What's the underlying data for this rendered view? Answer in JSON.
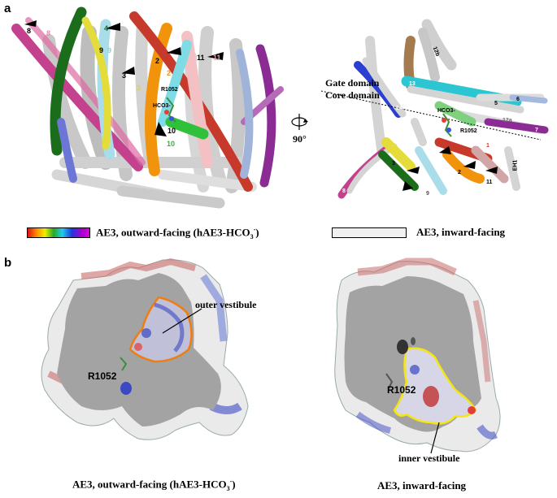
{
  "panel_a": {
    "letter": "a",
    "left_helix_labels": [
      "8",
      "8",
      "9",
      "9",
      "4",
      "3",
      "3",
      "2",
      "2",
      "11",
      "11",
      "10",
      "10"
    ],
    "ligand_labels": [
      "R1052",
      "HCO3-"
    ],
    "rotation_label": "90°",
    "gate_domain": "Gate domain",
    "core_domain": "Core domain",
    "right_labels": [
      "12b",
      "13",
      "14",
      "5",
      "6",
      "12a",
      "7",
      "HCO3-",
      "R1052",
      "1",
      "2",
      "3",
      "4",
      "9",
      "8",
      "11",
      "EH1"
    ],
    "legend_outward": "AE3, outward-facing (hAE3-HCO",
    "legend_outward_sub": "3",
    "legend_outward_sup": "-",
    "legend_outward_end": ")",
    "legend_inward": "AE3, inward-facing"
  },
  "panel_b": {
    "letter": "b",
    "outer_vestibule": "outer vestibule",
    "inner_vestibule": "inner vestibule",
    "residue_left": "R1052",
    "residue_right": "R1052",
    "caption_left": "AE3, outward-facing (hAE3-HCO",
    "caption_left_sub": "3",
    "caption_left_sup": "-",
    "caption_left_end": ")",
    "caption_right": "AE3, inward-facing"
  },
  "colors": {
    "surface_grey": "#a3a3a3",
    "outline_orange": "#f07d10",
    "outline_yellow": "#f5e514",
    "helix_grey": "#dcdcdc"
  }
}
